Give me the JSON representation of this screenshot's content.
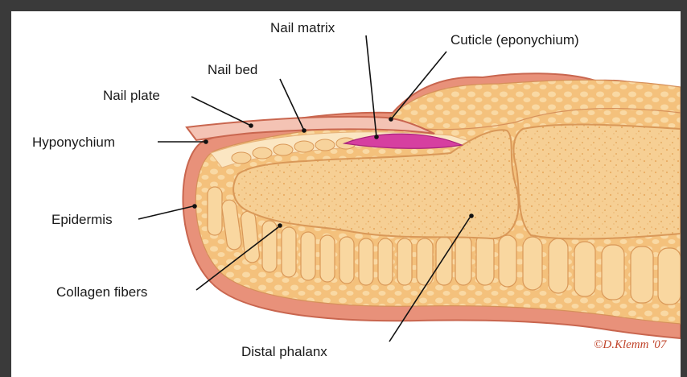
{
  "labels": {
    "nail_matrix": "Nail matrix",
    "cuticle": "Cuticle (eponychium)",
    "nail_bed": "Nail bed",
    "nail_plate": "Nail plate",
    "hyponychium": "Hyponychium",
    "epidermis": "Epidermis",
    "collagen_fibers": "Collagen fibers",
    "distal_phalanx": "Distal phalanx"
  },
  "credit": "©D.Klemm '07",
  "colors": {
    "frame": "#3a3a3a",
    "background": "#ffffff",
    "skin_outer": "#e8917a",
    "skin_edge": "#c9664f",
    "tissue": "#f7c98a",
    "tissue_light": "#fbe0ad",
    "bone": "#f5cf92",
    "nail_plate": "#f4c3b4",
    "nail_matrix": "#d63fa0",
    "text": "#1a1a1a",
    "credit": "#c0442a"
  }
}
